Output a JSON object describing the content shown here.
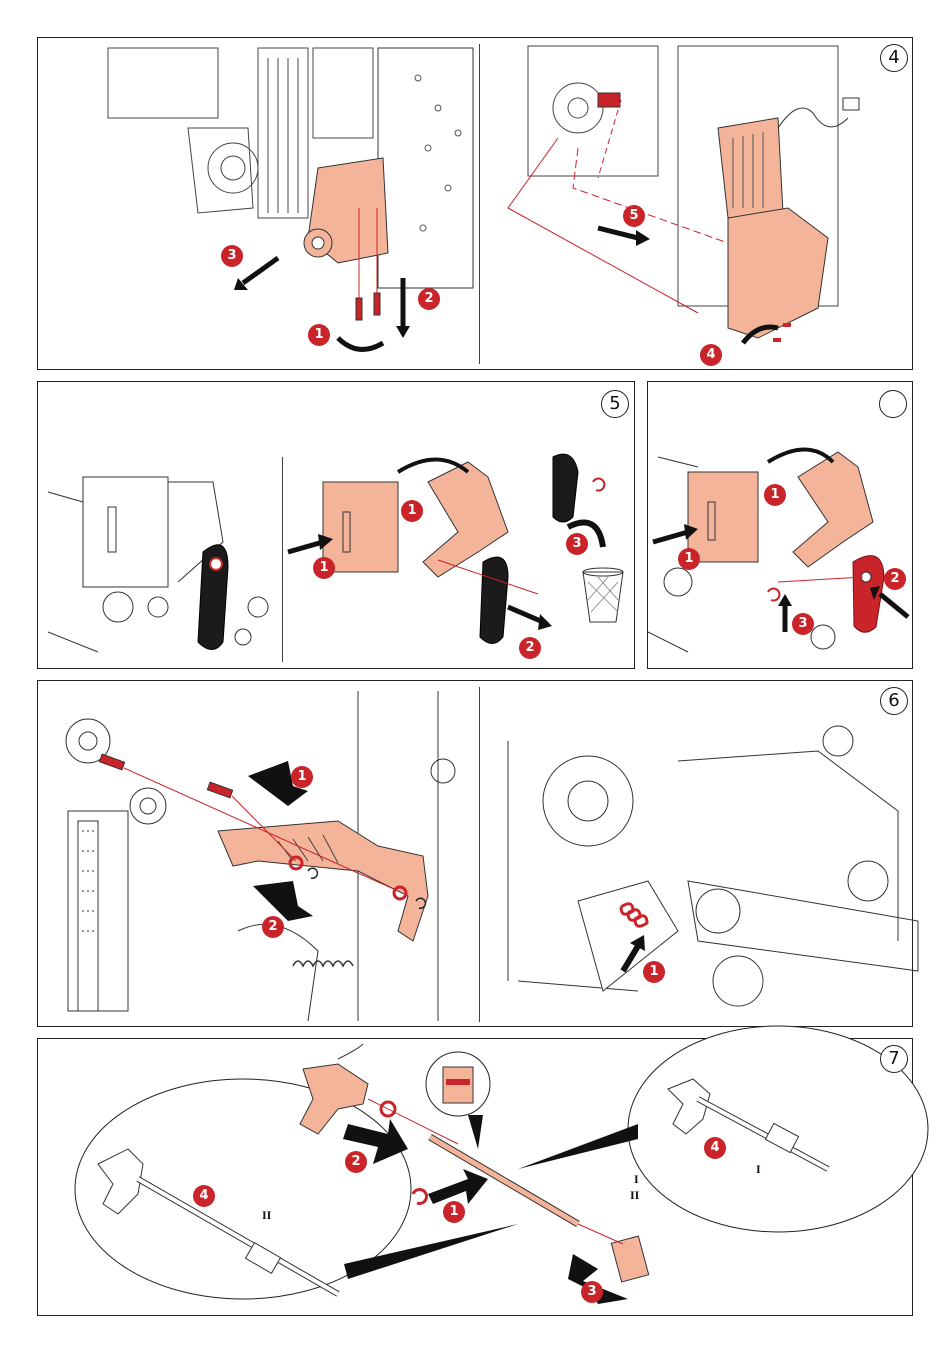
{
  "panels": {
    "p4": {
      "step": "4",
      "badges": [
        "1",
        "2",
        "3",
        "5",
        "4"
      ]
    },
    "p5": {
      "step": "5",
      "badges": [
        "1",
        "1",
        "2",
        "3"
      ]
    },
    "p5b": {
      "step": "",
      "badges": [
        "1",
        "1",
        "2",
        "3"
      ]
    },
    "p6": {
      "step": "6",
      "badges": [
        "1",
        "2",
        "1"
      ]
    },
    "p7": {
      "step": "7",
      "badges": [
        "4",
        "2",
        "1",
        "3",
        "4"
      ],
      "roman": {
        "left_inset": "II",
        "center_top": "I",
        "center_bottom": "II",
        "right_inset": "I"
      }
    }
  },
  "colors": {
    "accent_red": "#c8242a",
    "part_salmon": "#f4b49a",
    "line": "#222222"
  }
}
